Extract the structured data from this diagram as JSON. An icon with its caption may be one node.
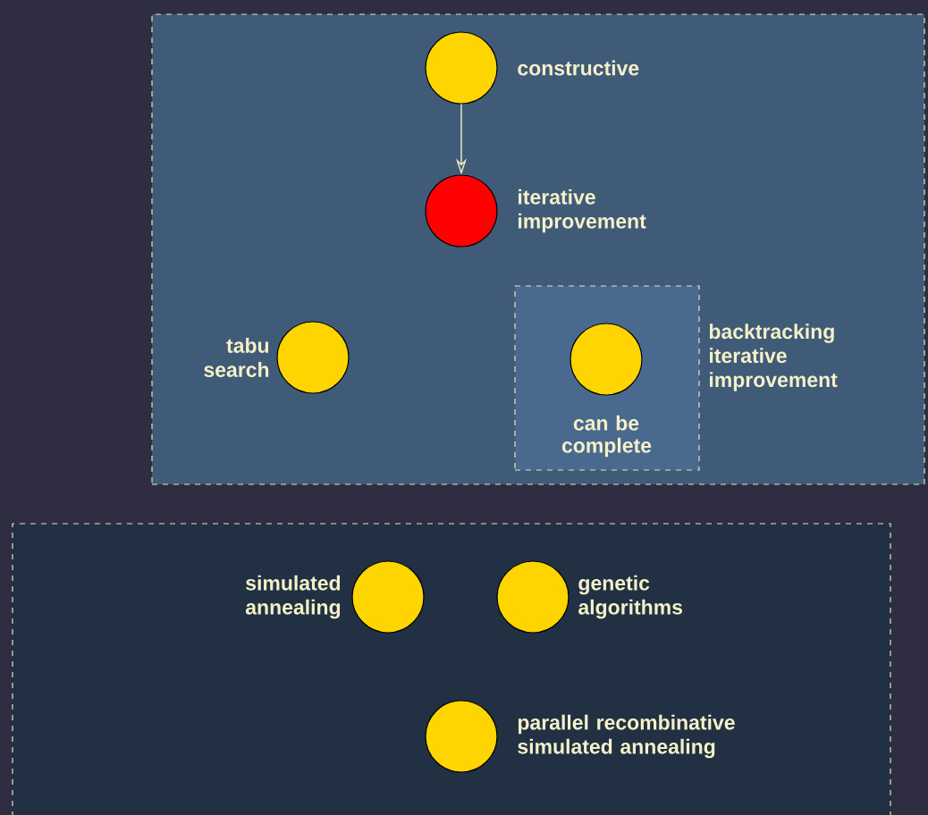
{
  "diagram": {
    "nodes": [
      {
        "text": [],
        "shape": "box"
      },
      {
        "text": [],
        "shape": "circle",
        "in": 0,
        "beside": [
          "constructive"
        ]
      },
      {
        "text": [],
        "shape": "circle",
        "in": 0,
        "beside": [
          "iterative improvement"
        ]
      },
      {
        "text": [],
        "shape": "circle",
        "in": 0,
        "beside": [
          "tabu search"
        ]
      },
      {
        "text": [
          "can be complete"
        ],
        "in": 0,
        "beside": [
          "backtracking iterative improvement"
        ]
      },
      {
        "text": [],
        "shape": "circle",
        "in": 4
      },
      {
        "text": [],
        "shape": "box"
      },
      {
        "text": [],
        "shape": "circle",
        "in": 6,
        "beside": [
          "simulated annealing"
        ]
      },
      {
        "text": [],
        "shape": "circle",
        "in": 6,
        "beside": [
          "genetic algorithms"
        ]
      },
      {
        "text": [],
        "shape": "circle",
        "in": 6,
        "beside": [
          "parallel recombinative simulated annealing"
        ]
      }
    ],
    "edges": [
      {
        "from": 1,
        "to": 2,
        "arrow": "to"
      }
    ]
  }
}
